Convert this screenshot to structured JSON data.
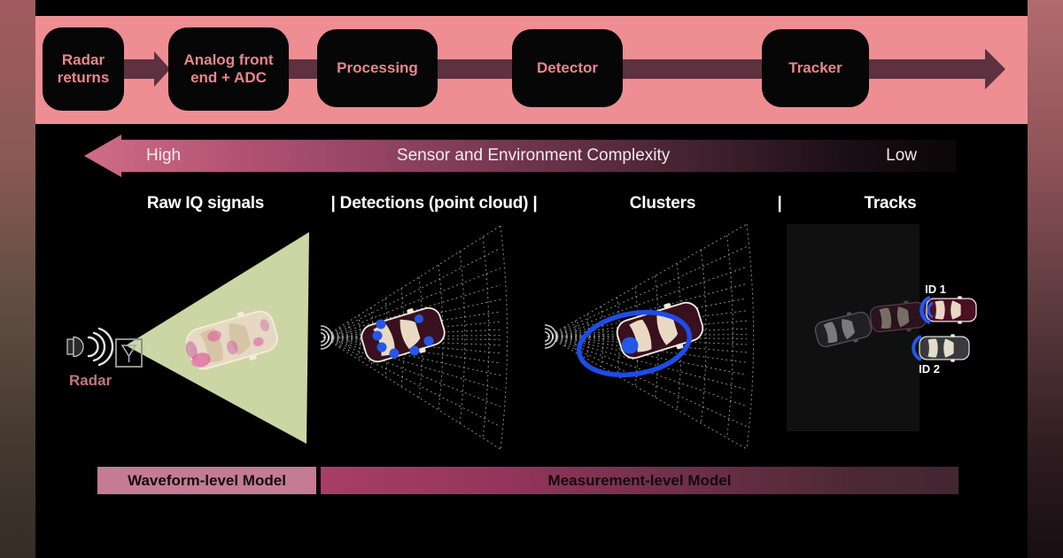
{
  "pipeline": {
    "steps": [
      "Radar returns",
      "Analog front end + ADC",
      "Processing",
      "Detector",
      "Tracker"
    ]
  },
  "complexity_axis": {
    "left_label": "High",
    "title": "Sensor and Environment Complexity",
    "right_label": "Low",
    "arrow_direction": "left"
  },
  "stage_labels": {
    "raw_iq": "Raw IQ signals",
    "detections": "| Detections (point cloud) |",
    "clusters": "Clusters",
    "divider": "|",
    "tracks": "Tracks"
  },
  "raw_iq_panel": {
    "radar_label": "Radar"
  },
  "tracks_panel": {
    "track_ids": [
      "ID 1",
      "ID 2"
    ]
  },
  "model_bars": {
    "waveform": "Waveform-level Model",
    "measurement": "Measurement-level Model"
  },
  "colors": {
    "banner_pink": "#ee8e93",
    "pipeline_box_black": "#060606",
    "pipeline_text_pink": "#e9868d",
    "connector_plum": "#5d3140",
    "beam_green": "#ccd6a4",
    "detection_blue": "#2456ea",
    "car_maroon": "#38101f",
    "waveform_bar_pink": "#c57b94",
    "measurement_bar_magenta": "#a83e64"
  }
}
